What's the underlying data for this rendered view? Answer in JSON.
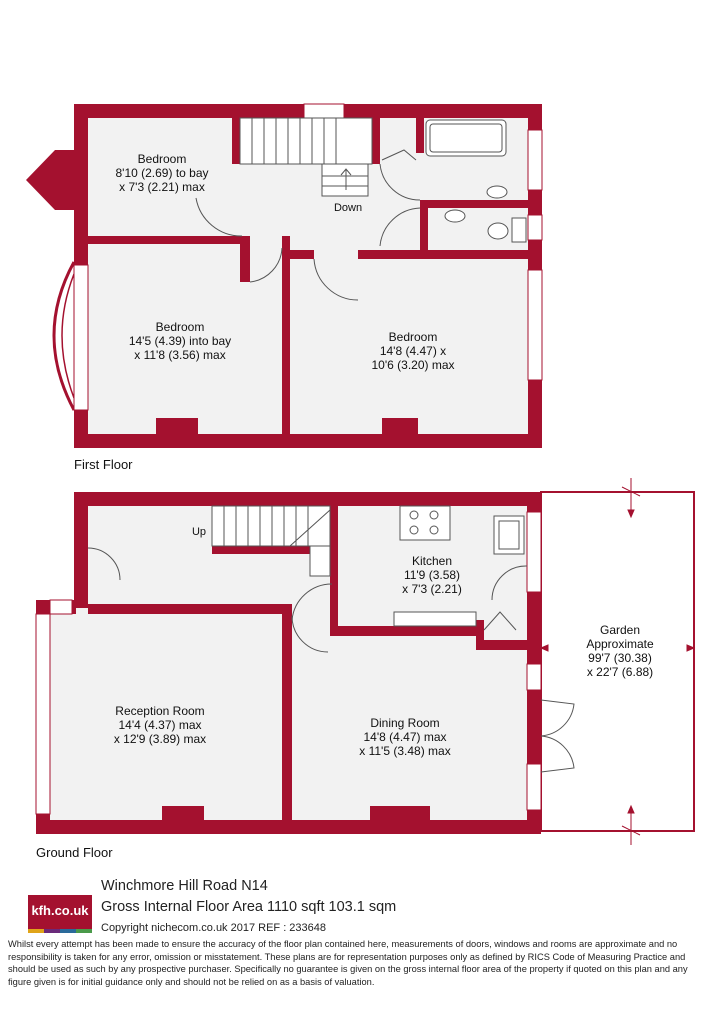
{
  "colors": {
    "wall": "#a4112f",
    "floor": "#f2f2f2",
    "logo": "#a4112f"
  },
  "first_floor": {
    "title": "First Floor",
    "rooms": [
      {
        "name": "Bedroom",
        "dims": [
          "8'10 (2.69) to bay",
          "x 7'3 (2.21) max"
        ]
      },
      {
        "name": "Bedroom",
        "dims": [
          "14'5 (4.39) into bay",
          "x 11'8 (3.56) max"
        ]
      },
      {
        "name": "Bedroom",
        "dims": [
          "14'8 (4.47) x",
          "10'6 (3.20) max"
        ]
      }
    ],
    "stairs_label": "Down"
  },
  "ground_floor": {
    "title": "Ground Floor",
    "rooms": [
      {
        "name": "Kitchen",
        "dims": [
          "11'9 (3.58)",
          "x 7'3 (2.21)"
        ]
      },
      {
        "name": "Reception Room",
        "dims": [
          "14'4 (4.37) max",
          "x 12'9 (3.89) max"
        ]
      },
      {
        "name": "Dining Room",
        "dims": [
          "14'8 (4.47) max",
          "x 11'5 (3.48) max"
        ]
      },
      {
        "name": "Garden",
        "dims": [
          "Approximate",
          "99'7 (30.38)",
          "x 22'7 (6.88)"
        ]
      }
    ],
    "stairs_label": "Up"
  },
  "footer": {
    "logo_text": "kfh.co.uk",
    "address": "Winchmore Hill Road  N14",
    "area": "Gross Internal Floor Area 1110 sqft 103.1 sqm",
    "copyright": "Copyright nichecom.co.uk 2017 REF : 233648",
    "disclaimer": "Whilst every attempt has been made to ensure the accuracy of the floor plan contained here, measurements of doors, windows and rooms are approximate and no responsibility is taken for any error, omission or misstatement.  These plans are for representation purposes only as defined by RICS Code of Measuring Practice and should be used as such by any prospective purchaser.  Specifically no guarantee is given on the gross internal floor area of the property if quoted on this plan and any figure given is for initial guidance only and should not be relied on as a basis of valuation."
  }
}
